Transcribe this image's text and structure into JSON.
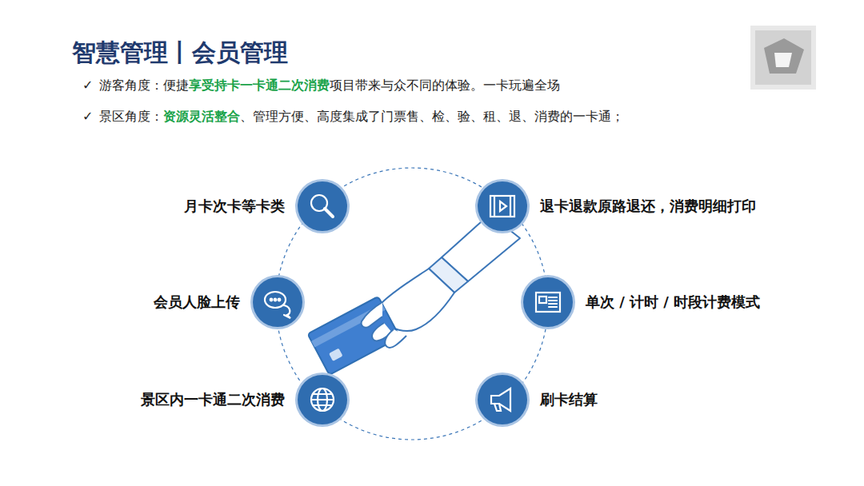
{
  "diagram": {
    "title": "智慧管理丨会员管理",
    "nodes": [
      {
        "text": [
          "月卡次卡等卡类"
        ]
      },
      {
        "text": [
          "退卡退款原路退还，消费明细打印"
        ]
      },
      {
        "text": [
          "会员人脸上传"
        ]
      },
      {
        "text": [
          "单次 / 计时 / 时段计费模式"
        ]
      },
      {
        "text": [
          "景区内一卡通二次消费"
        ]
      },
      {
        "text": [
          "刷卡结算"
        ]
      }
    ],
    "labels": [
      "✓",
      "游客角度：便捷",
      "享受持卡一卡通二次消费",
      "项目带来与众不同的体验。一卡玩遍全场",
      "✓",
      "景区角度：",
      "资源灵活整合",
      "、管理方便、高度集成了门票售、检、验、租、退、消费的一卡通；"
    ]
  }
}
